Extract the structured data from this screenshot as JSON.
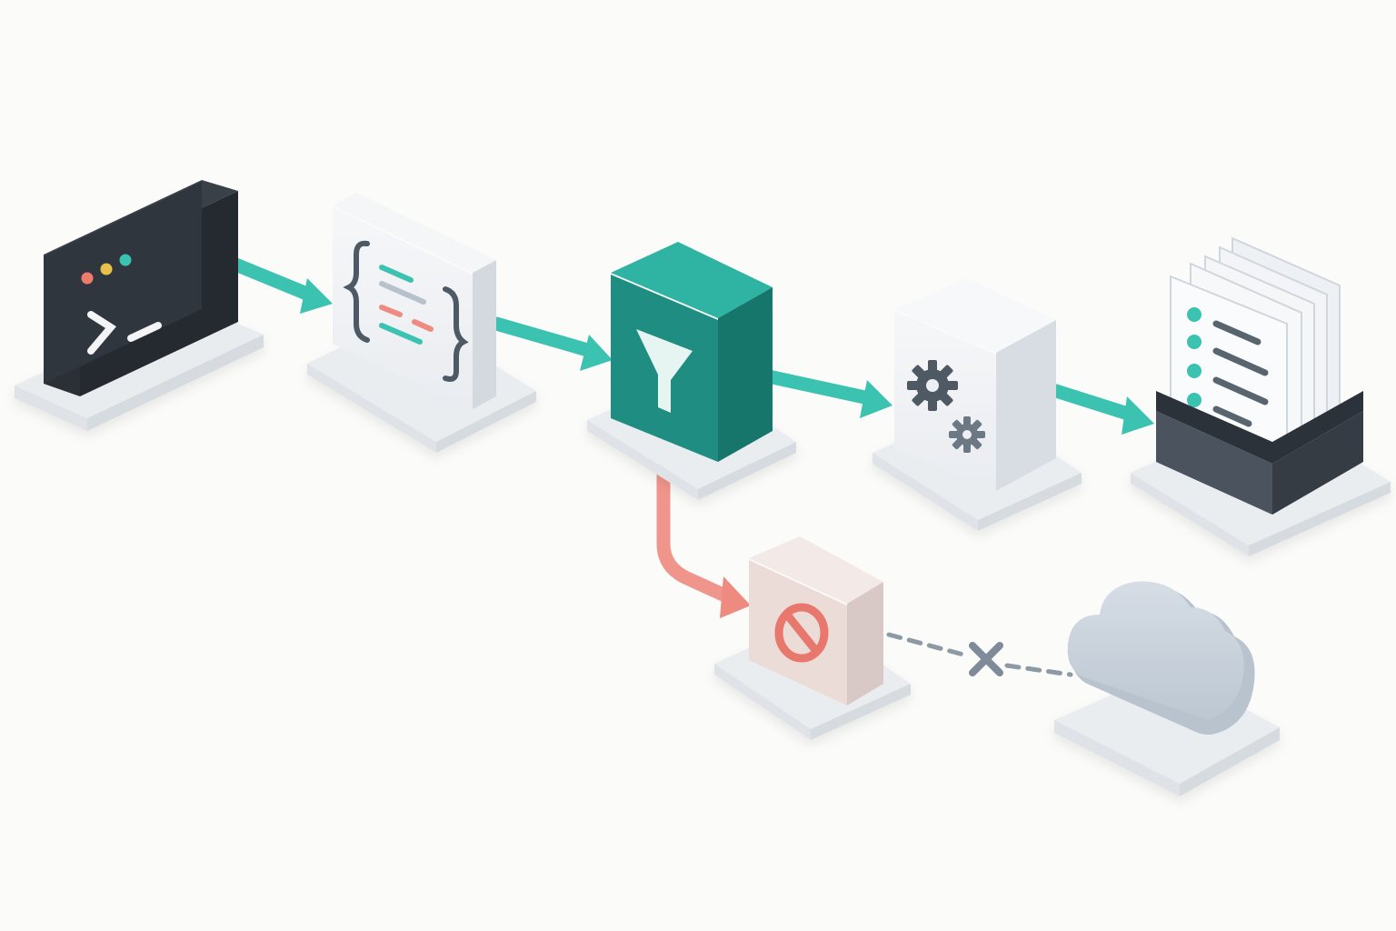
{
  "colors": {
    "background": "#fbfbf9",
    "flow_arrow": "#3cc2b0",
    "reject_arrow": "#ee8a80",
    "terminal": "#30363d",
    "filter": "#1f8d81",
    "blocked_tint": "#ecdcd8",
    "blocked_icon": "#e8786d",
    "cloud": "#c9d3dd",
    "link_dashed": "#8d9aa6"
  },
  "diagram": {
    "nodes": [
      {
        "id": "terminal",
        "icon": "terminal-prompt-icon"
      },
      {
        "id": "json-parser",
        "icon": "curly-braces-icon"
      },
      {
        "id": "filter",
        "icon": "funnel-icon"
      },
      {
        "id": "processor",
        "icon": "gears-icon"
      },
      {
        "id": "document-store",
        "icon": "document-stack-icon"
      },
      {
        "id": "blocked",
        "icon": "prohibited-icon"
      },
      {
        "id": "cloud",
        "icon": "cloud-icon"
      }
    ],
    "edges": [
      {
        "from": "terminal",
        "to": "json-parser",
        "style": "solid"
      },
      {
        "from": "json-parser",
        "to": "filter",
        "style": "solid"
      },
      {
        "from": "filter",
        "to": "processor",
        "style": "solid"
      },
      {
        "from": "processor",
        "to": "document-store",
        "style": "solid"
      },
      {
        "from": "filter",
        "to": "blocked",
        "style": "solid-reject"
      },
      {
        "from": "blocked",
        "to": "cloud",
        "style": "dashed-broken"
      }
    ]
  }
}
